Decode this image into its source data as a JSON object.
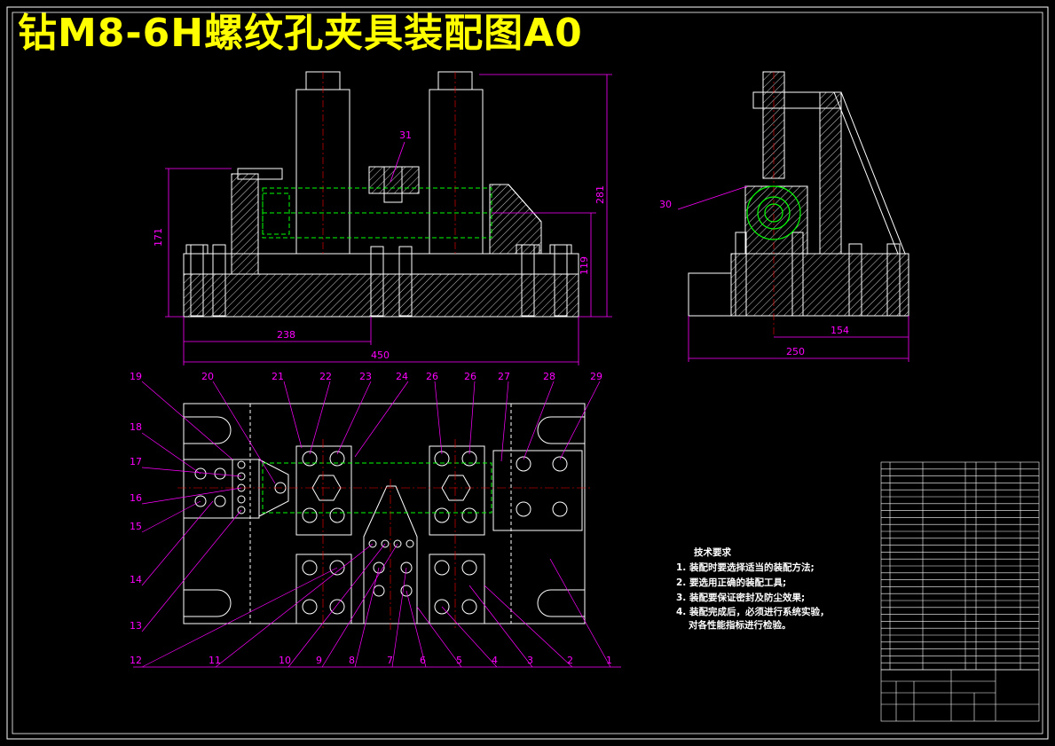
{
  "title": "钻M8-6H螺纹孔夹具装配图A0",
  "dimensions": {
    "front": [
      "171",
      "281",
      "119",
      "238",
      "450"
    ],
    "side": [
      "154",
      "250"
    ]
  },
  "balloons": {
    "front": [
      "31"
    ],
    "side": [
      "30"
    ],
    "top_row": [
      "20",
      "21",
      "22",
      "23",
      "24",
      "26",
      "26",
      "27",
      "28",
      "29"
    ],
    "left_col": [
      "19",
      "18",
      "17",
      "16",
      "15",
      "14",
      "13"
    ],
    "bottom_row": [
      "12",
      "11",
      "10",
      "9",
      "8",
      "7",
      "6",
      "5",
      "4",
      "3",
      "2",
      "1"
    ]
  },
  "tech_requirements": {
    "heading": "技术要求",
    "items": [
      "1. 装配时要选择适当的装配方法;",
      "2. 要选用正确的装配工具;",
      "3. 装配要保证密封及防尘效果;",
      "4. 装配完成后，必须进行系统实验，",
      "对各性能指标进行检验。"
    ]
  },
  "colors": {
    "background": "#000000",
    "title": "#ffff00",
    "outline": "#ffffff",
    "dimension": "#ff00ff",
    "centerline": "#ff0000",
    "hidden_part": "#00ff00"
  }
}
